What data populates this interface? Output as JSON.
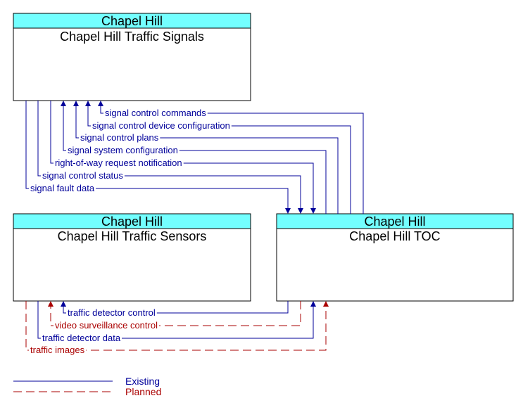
{
  "elements": {
    "signals": {
      "owner": "Chapel Hill",
      "name": "Chapel Hill Traffic Signals"
    },
    "sensors": {
      "owner": "Chapel Hill",
      "name": "Chapel Hill Traffic Sensors"
    },
    "toc": {
      "owner": "Chapel Hill",
      "name": "Chapel Hill TOC"
    }
  },
  "flows": {
    "signal_control_commands": "signal control commands",
    "signal_control_device_configuration": "signal control device configuration",
    "signal_control_plans": "signal control plans",
    "signal_system_configuration": "signal system configuration",
    "right_of_way_request_notification": "right-of-way request notification",
    "signal_control_status": "signal control status",
    "signal_fault_data": "signal fault data",
    "traffic_detector_control": "traffic detector control",
    "video_surveillance_control": "video surveillance control",
    "traffic_detector_data": "traffic detector data",
    "traffic_images": "traffic images"
  },
  "legend": {
    "existing": "Existing",
    "planned": "Planned"
  },
  "colors": {
    "existing": "#00009a",
    "planned": "#aa0000",
    "header": "#73ffff"
  }
}
